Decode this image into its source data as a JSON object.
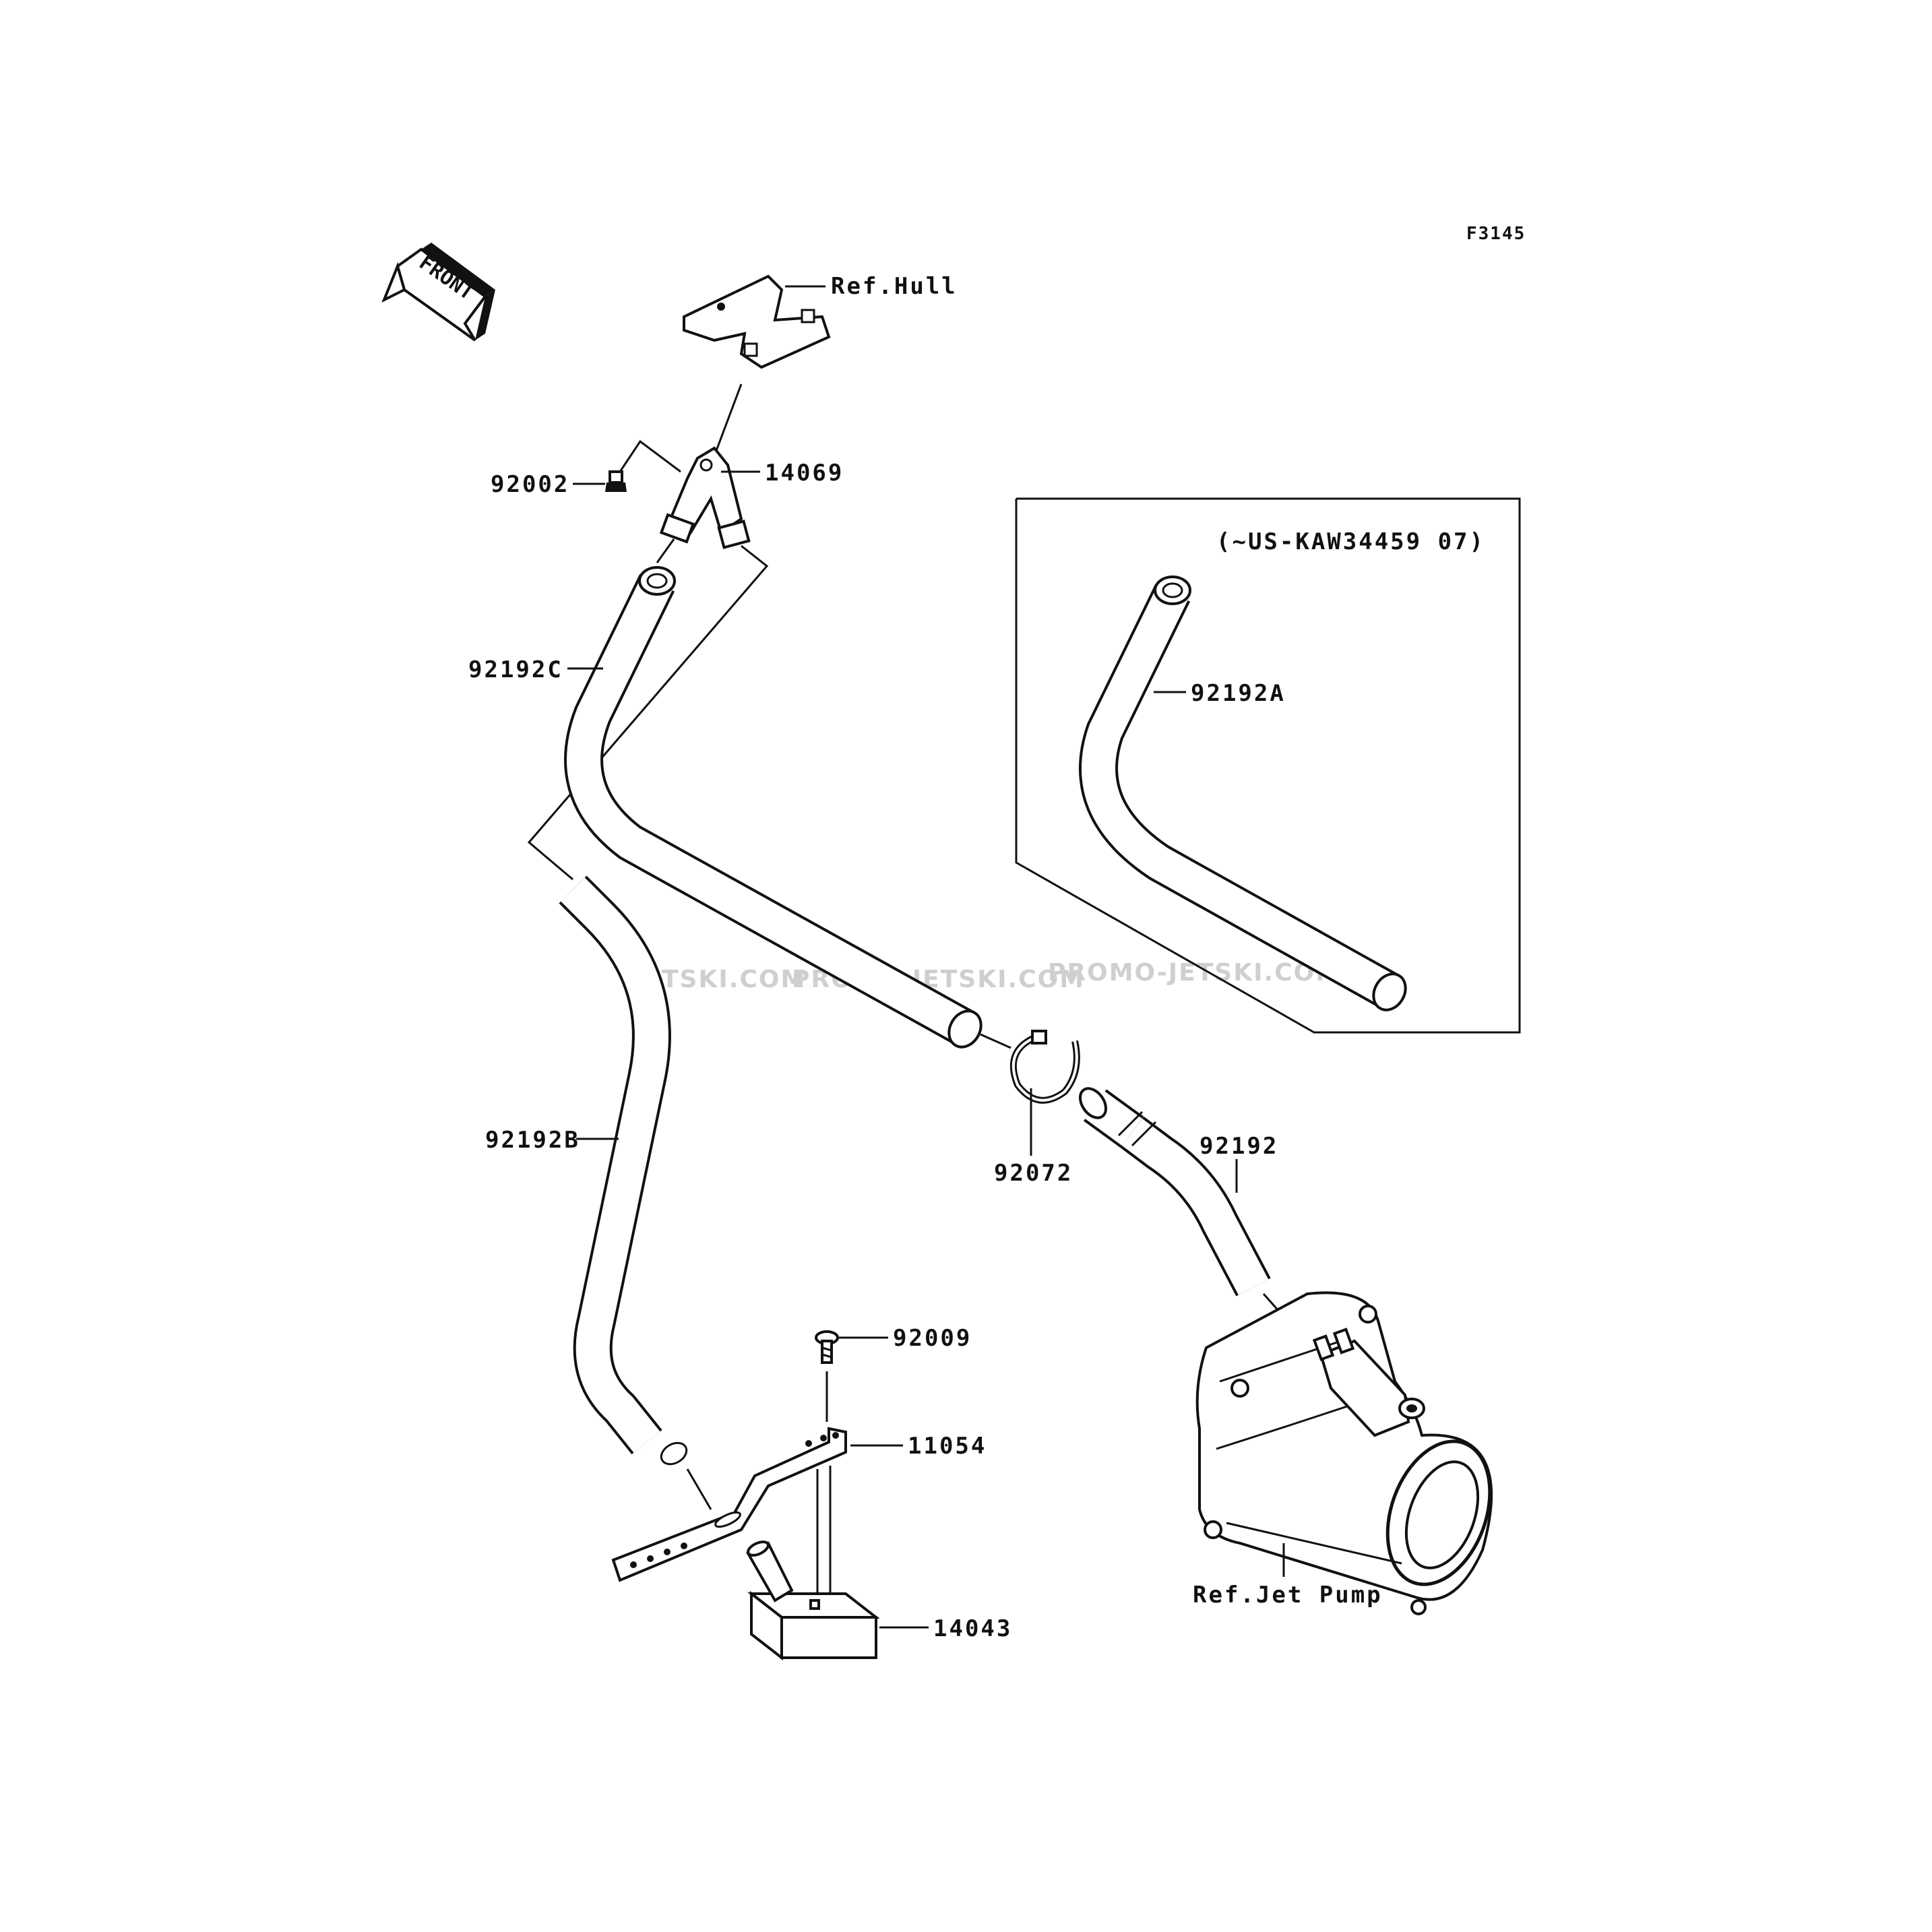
{
  "figure_code": "F3145",
  "front_marker": "FRONT",
  "inset_note": "(~US-KAW34459  07)",
  "labels": {
    "ref_hull": "Ref.Hull",
    "p92002": "92002",
    "p14069": "14069",
    "p92192C": "92192C",
    "p92192A": "92192A",
    "p92192B": "92192B",
    "p92072": "92072",
    "p92192": "92192",
    "p92009": "92009",
    "p11054": "11054",
    "p14043": "14043",
    "ref_jet_pump": "Ref.Jet Pump"
  },
  "watermarks": [
    "JETSKI.COM",
    "PROMO-JETSKI.COM",
    "PROMO-JETSKI.COM"
  ]
}
